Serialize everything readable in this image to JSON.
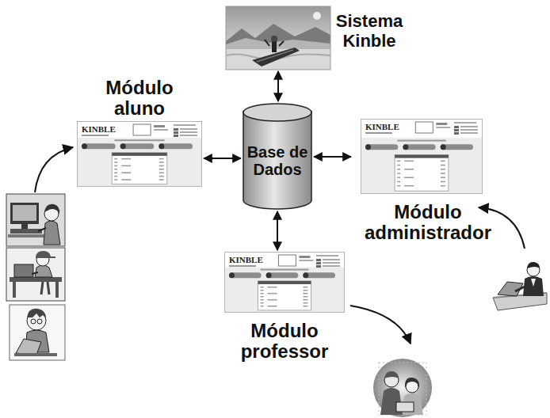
{
  "diagram": {
    "nodes": [
      {
        "text": [
          "Sistema Kinble"
        ]
      },
      {
        "text": [
          "Módulo aluno"
        ]
      },
      {
        "text": [
          "Base de Dados"
        ]
      },
      {
        "text": [
          "Módulo administrador"
        ]
      },
      {
        "text": [
          "Módulo professor"
        ]
      }
    ],
    "edges": [
      {
        "from": 0,
        "to": 2,
        "arrow": "both"
      },
      {
        "from": 1,
        "to": 2,
        "arrow": "both"
      },
      {
        "from": 2,
        "to": 3,
        "arrow": "both"
      },
      {
        "from": 2,
        "to": 4,
        "arrow": "both"
      }
    ],
    "labels": [
      "KINBLE",
      "KINBLE",
      "KINBLE"
    ]
  }
}
